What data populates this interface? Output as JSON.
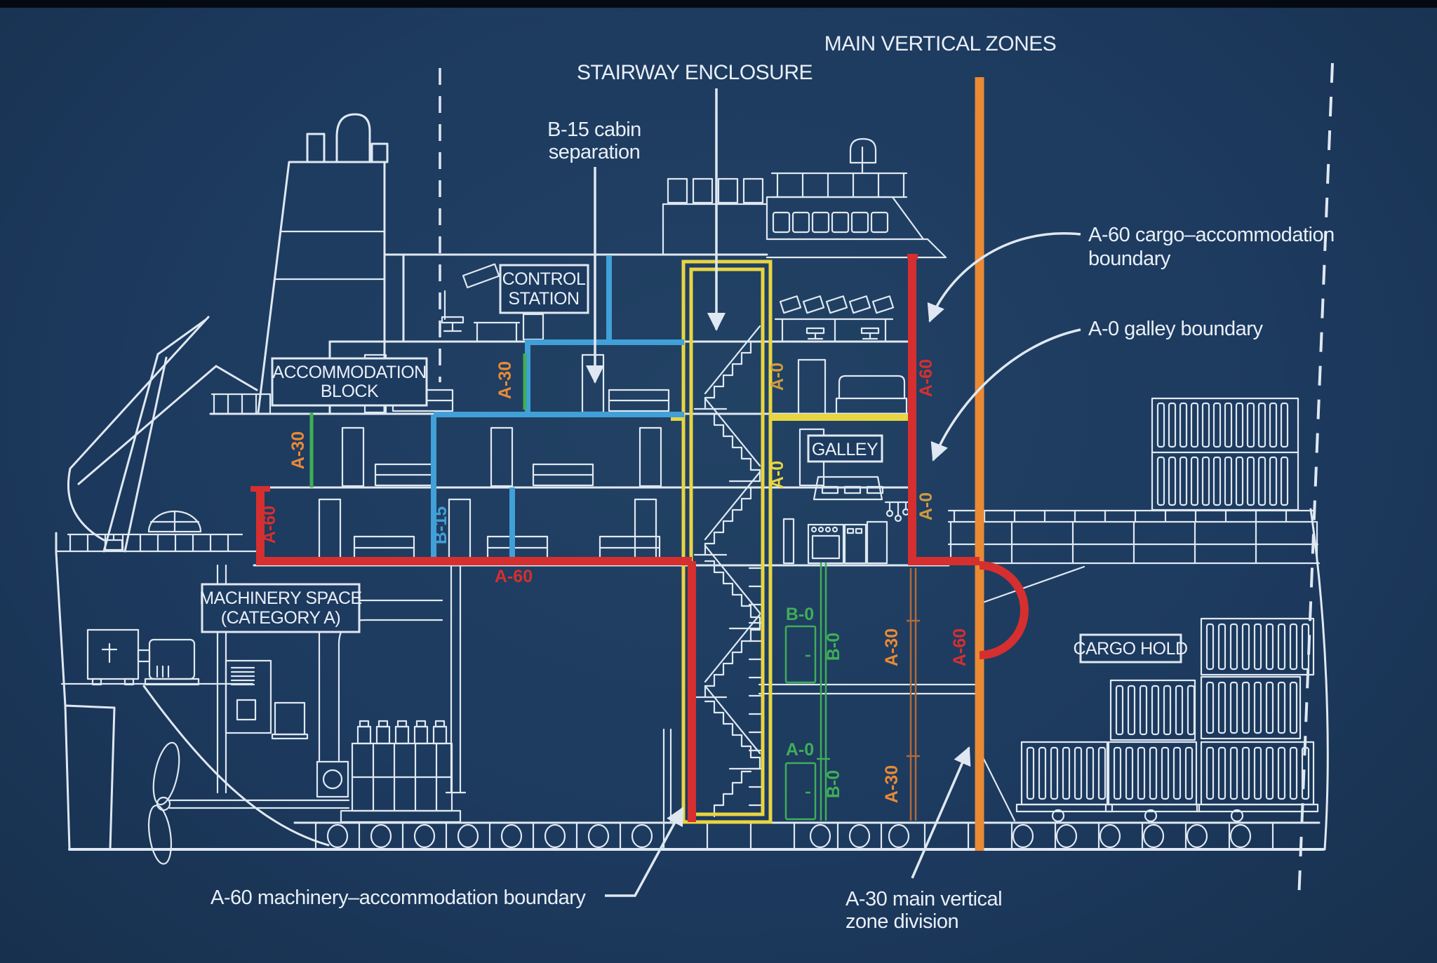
{
  "colors": {
    "bg": "#1d3a5f",
    "ink": "#dfe8f2",
    "text": "#e9eff7",
    "red": "#d62f2f",
    "orange": "#e98a35",
    "orange_dim": "#b06a3a",
    "yellow": "#e8d542",
    "yellow_deep": "#cf9b3f",
    "blue": "#41a0d8",
    "green": "#3fae57"
  },
  "titles": {
    "main_vertical_zones": "MAIN VERTICAL ZONES",
    "stairway_enclosure": "STAIRWAY ENCLOSURE"
  },
  "annotations": {
    "b15_cabin": {
      "line1": "B-15 cabin",
      "line2": "separation"
    },
    "a60_cargo": {
      "line1": "A-60 cargo–accommodation",
      "line2": "boundary"
    },
    "a0_galley": {
      "text": "A-0 galley boundary"
    },
    "a60_machinery": {
      "text": "A-60 machinery–accommodation boundary"
    },
    "a30_zone": {
      "line1": "A-30 main vertical",
      "line2": "zone division"
    }
  },
  "room_labels": {
    "control_station": {
      "line1": "CONTROL",
      "line2": "STATION"
    },
    "accommodation_block": {
      "line1": "ACCOMMODATION",
      "line2": "BLOCK"
    },
    "galley": "GALLEY",
    "machinery_space": {
      "line1": "MACHINERY SPACE",
      "line2": "(CATEGORY A)"
    },
    "cargo_hold": "CARGO HOLD"
  },
  "zone_ratings": {
    "a60": "A-60",
    "a30": "A-30",
    "a0": "A-0",
    "b15": "B-15",
    "b0": "B-0"
  }
}
